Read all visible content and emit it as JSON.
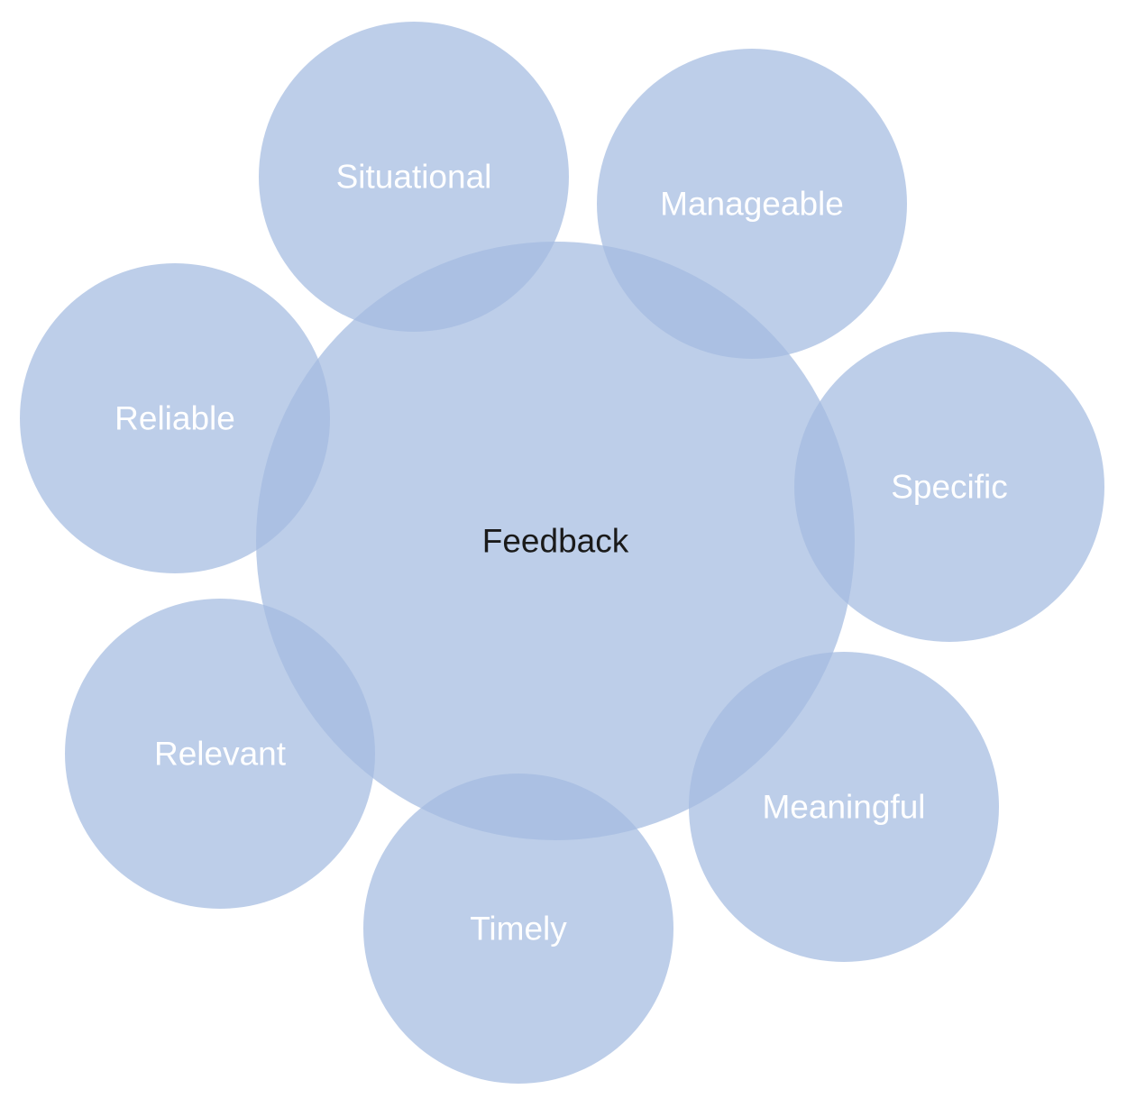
{
  "diagram": {
    "colors": {
      "bubble_fill": "#a3bbe0",
      "center_text": "#1a1a1a",
      "satellite_text": "#ffffff"
    },
    "center": {
      "label": "Feedback"
    },
    "satellites": [
      {
        "label": "Situational"
      },
      {
        "label": "Manageable"
      },
      {
        "label": "Specific"
      },
      {
        "label": "Meaningful"
      },
      {
        "label": "Timely"
      },
      {
        "label": "Relevant"
      },
      {
        "label": "Reliable"
      }
    ]
  }
}
